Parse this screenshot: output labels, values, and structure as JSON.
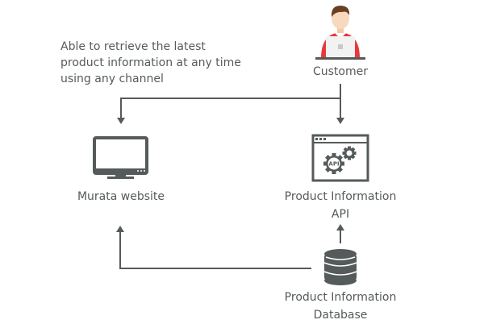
{
  "diagram": {
    "note": {
      "lines": [
        "Able to retrieve the latest",
        "product information at any time",
        "using any channel"
      ]
    },
    "nodes": {
      "customer": {
        "label": "Customer",
        "icon": "person-with-laptop-icon"
      },
      "website": {
        "label": "Murata website",
        "icon": "monitor-icon"
      },
      "api": {
        "label_lines": [
          "Product Information",
          "API"
        ],
        "icon": "api-gear-window-icon"
      },
      "database": {
        "label_lines": [
          "Product Information",
          "Database"
        ],
        "icon": "database-icon"
      }
    },
    "edges": [
      {
        "from": "customer",
        "to": "website"
      },
      {
        "from": "customer",
        "to": "api"
      },
      {
        "from": "database",
        "to": "api"
      },
      {
        "from": "database",
        "to": "website"
      }
    ],
    "colors": {
      "line": "#555a5b",
      "text": "#555a5b",
      "accent_red": "#e8383d",
      "skin": "#f7d9bd",
      "hair": "#6b3f22"
    }
  }
}
